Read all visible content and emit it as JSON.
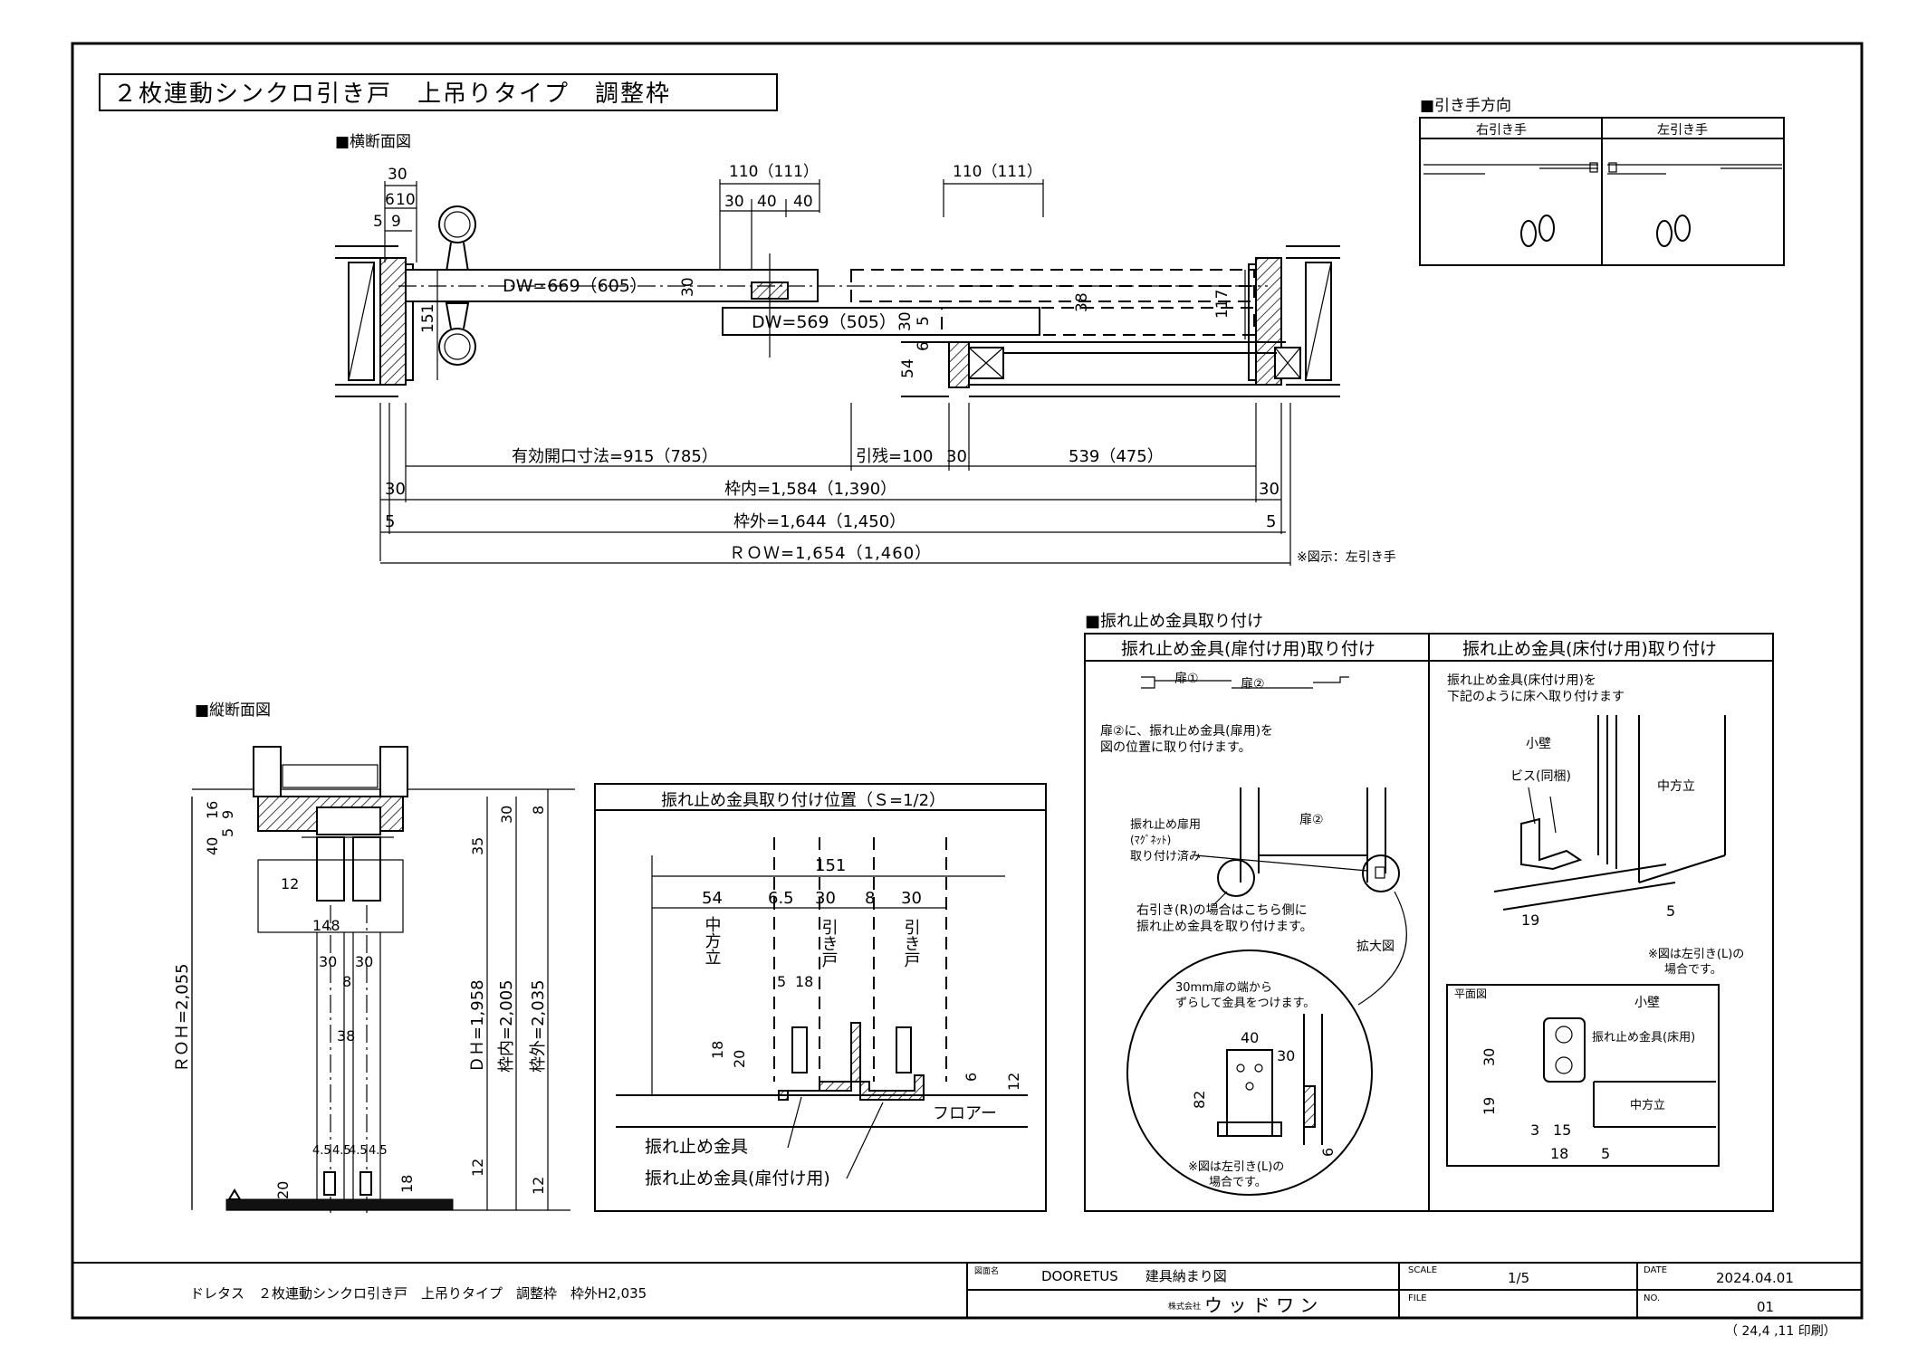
{
  "title": "２枚連動シンクロ引き戸　上吊りタイプ　調整枠",
  "plan": {
    "heading": "■横断面図",
    "top_dims": [
      "30",
      "6",
      "10",
      "5",
      "9"
    ],
    "dim_110a": "110（111）",
    "dim_sub": [
      "30",
      "40",
      "40"
    ],
    "dim_110b": "110（111）",
    "dw1": "DW=669（605）",
    "dw2": "DW=569（505）",
    "v_dims": [
      "151",
      "30",
      "30",
      "6",
      "5",
      "38",
      "117",
      "54"
    ],
    "row1": [
      "有効開口寸法=915（785）",
      "引残=100",
      "30",
      "539（475）"
    ],
    "row2": [
      "30",
      "枠内=1,584（1,390）",
      "30"
    ],
    "row3": [
      "5",
      "枠外=1,644（1,450）",
      "5"
    ],
    "row4": "ＲＯＷ=1,654（1,460）",
    "note": "※図示：左引き手"
  },
  "handle": {
    "heading": "■引き手方向",
    "right": "右引き手",
    "left": "左引き手"
  },
  "section": {
    "heading": "■縦断面図",
    "dims_left": [
      "9",
      "16",
      "5",
      "40",
      "12",
      "148",
      "30",
      "30",
      "8",
      "38",
      "4.5",
      "4.5",
      "4.5",
      "4.5",
      "20",
      "18"
    ],
    "roh": "ＲＯＨ=2,055",
    "dh": "ＤＨ=1,958",
    "inner": "枠内=2,005",
    "outer": "枠外=2,035",
    "right_dims": [
      "30",
      "8",
      "35",
      "12",
      "12"
    ]
  },
  "position": {
    "heading": "振れ止め金具取り付け位置（Ｓ=1/2）",
    "dims": [
      "151",
      "54",
      "6.5",
      "30",
      "8",
      "30",
      "5",
      "18",
      "18",
      "20",
      "6",
      "12"
    ],
    "labels": [
      "中方立",
      "引き戸",
      "引き戸"
    ],
    "floor": "フロアー",
    "callout1": "振れ止め金具",
    "callout2": "振れ止め金具(扉付け用)"
  },
  "install": {
    "heading": "■振れ止め金具取り付け",
    "left_title": "振れ止め金具(扉付け用)取り付け",
    "right_title": "振れ止め金具(床付け用)取り付け",
    "door1": "扉①",
    "door2": "扉②",
    "note1": "扉②に、振れ止め金具(扉用)を",
    "note1b": "図の位置に取り付けます。",
    "door2b": "扉②",
    "mag1": "振れ止め扉用",
    "mag2": "(ﾏｸﾞﾈｯﾄ)",
    "mag3": "取り付け済み",
    "rnote1": "右引き(R)の場合はこちら側に",
    "rnote2": "振れ止め金具を取り付けます。",
    "enlarge": "拡大図",
    "offset1": "30mm扉の端から",
    "offset2": "ずらして金具をつけます。",
    "edims": [
      "40",
      "30",
      "82",
      "6"
    ],
    "lnote1": "※図は左引き(L)の",
    "lnote2": "場合です。",
    "floor_note1": "振れ止め金具(床付け用)を",
    "floor_note2": "下記のように床へ取り付けます",
    "kokabe": "小壁",
    "screw": "ビス(同梱)",
    "mullion": "中方立",
    "d19": "19",
    "d5": "5",
    "lnote3": "※図は左引き(L)の",
    "lnote4": "場合です。",
    "plan_label": "平面図",
    "kokabe2": "小壁",
    "floor_fit": "振れ止め金具(床用)",
    "mullion2": "中方立",
    "pdims": [
      "30",
      "19",
      "3",
      "15",
      "18",
      "5"
    ]
  },
  "titleblock": {
    "product": "ドレタス　２枚連動シンクロ引き戸　上吊りタイプ　調整枠　枠外H2,035",
    "drawing_label": "図面名",
    "drawing_name": "DOORETUS　　建具納まり図",
    "company_prefix": "株式会社",
    "company": "ウ ッ ド ワ ン",
    "scale_label": "SCALE",
    "scale": "1/5",
    "file_label": "FILE",
    "date_label": "DATE",
    "date": "2024.04.01",
    "no_label": "NO.",
    "no": "01",
    "print": "（ 24,4 ,11 印刷）"
  }
}
